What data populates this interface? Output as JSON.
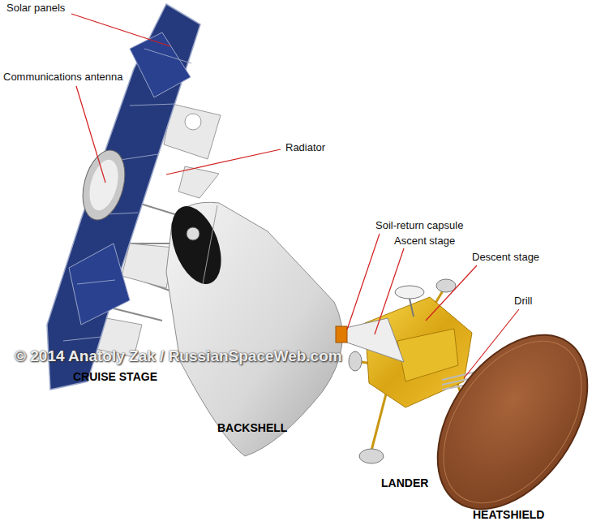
{
  "diagram": {
    "labels": [
      "Solar panels",
      "Communications antenna",
      "Radiator",
      "Soil-return capsule",
      "Ascent stage",
      "Descent stage",
      "Drill",
      "CRUISE STAGE",
      "BACKSHELL",
      "LANDER",
      "HEATSHIELD",
      "© 2014 Anatoly Zak / RussianSpaceWeb.com"
    ]
  }
}
